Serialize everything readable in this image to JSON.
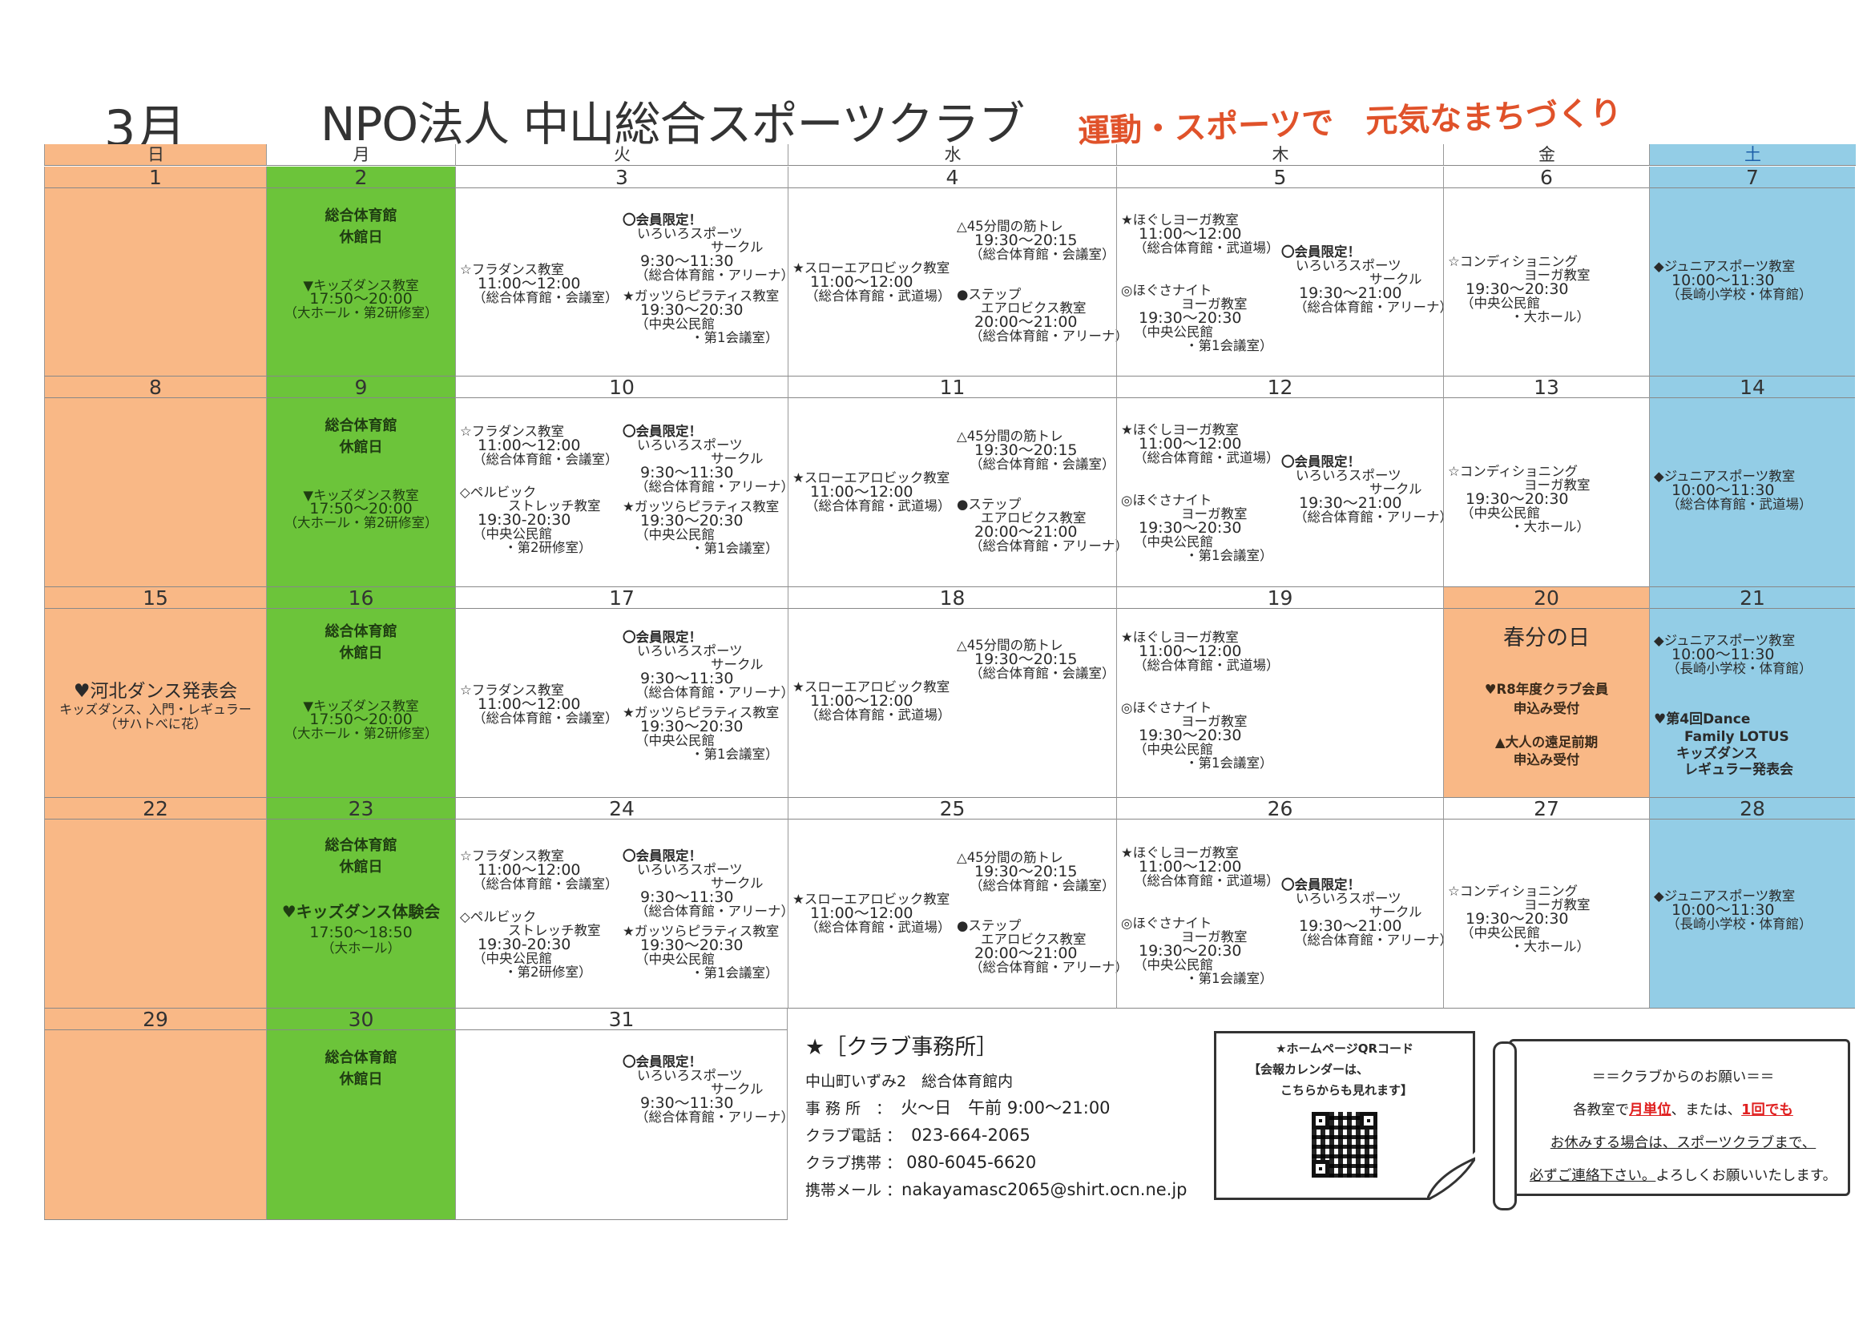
{
  "header": {
    "month": "3月",
    "title": "NPO法人 中山総合スポーツクラブ",
    "slogan": "運動・スポーツで　元気なまちづくり"
  },
  "weekdays": [
    "日",
    "月",
    "火",
    "水",
    "木",
    "金",
    "土"
  ],
  "colors": {
    "sunday": "#f9b886",
    "monday_closed": "#6cc43a",
    "saturday": "#93cde6",
    "holiday": "#f9b886",
    "slogan": "#e0522a",
    "saturday_label": "#1d5fa8",
    "emphasis_red": "#e02020"
  },
  "weeks": [
    {
      "days": [
        "1",
        "2",
        "3",
        "4",
        "5",
        "6",
        "7"
      ]
    },
    {
      "days": [
        "8",
        "9",
        "10",
        "11",
        "12",
        "13",
        "14"
      ]
    },
    {
      "days": [
        "15",
        "16",
        "17",
        "18",
        "19",
        "20",
        "21"
      ]
    },
    {
      "days": [
        "22",
        "23",
        "24",
        "25",
        "26",
        "27",
        "28"
      ]
    },
    {
      "days": [
        "29",
        "30",
        "31",
        "",
        "",
        "",
        ""
      ]
    }
  ],
  "closed": {
    "line1": "総合体育館",
    "line2": "休館日"
  },
  "events": {
    "kids_dance": {
      "title": "▼キッズダンス教室",
      "time": "17:50～20:00",
      "loc": "（大ホール・第2研修室）"
    },
    "hula": {
      "title": "☆フラダンス教室",
      "time": "11:00～12:00",
      "loc": "（総合体育館・会議室）"
    },
    "member_am": {
      "title": "〇会員限定！",
      "sub1": "いろいろスポーツ",
      "sub2": "サークル",
      "time": "9:30～11:30",
      "loc": "（総合体育館・アリーナ）"
    },
    "member_pm": {
      "title": "〇会員限定！",
      "sub1": "いろいろスポーツ",
      "sub2": "サークル",
      "time": "19:30～21:00",
      "loc": "（総合体育館・アリーナ）"
    },
    "pilates": {
      "title": "★ガッツらピラティス教室",
      "time": "19:30～20:30",
      "loc1": "（中央公民館",
      "loc2": "・第1会議室）"
    },
    "pelvic": {
      "title": "◇ペルビック",
      "sub": "ストレッチ教室",
      "time": "19:30-20:30",
      "loc1": "（中央公民館",
      "loc2": "・第2研修室）"
    },
    "slow_aero": {
      "title": "★スローエアロビック教室",
      "time": "11:00～12:00",
      "loc": "（総合体育館・武道場）"
    },
    "muscle45": {
      "title": "△45分間の筋トレ",
      "time": "19:30～20:15",
      "loc": "（総合体育館・会議室）"
    },
    "step": {
      "title": "●ステップ",
      "sub": "エアロビクス教室",
      "time": "20:00～21:00",
      "loc": "（総合体育館・アリーナ）"
    },
    "hogushi": {
      "title": "★ほぐしヨーガ教室",
      "time": "11:00～12:00",
      "loc": "（総合体育館・武道場）"
    },
    "night_yoga": {
      "title": "◎ほぐさナイト",
      "sub": "ヨーガ教室",
      "time": "19:30～20:30",
      "loc1": "（中央公民館",
      "loc2": "・第1会議室）"
    },
    "cond_yoga": {
      "title": "☆コンディショニング",
      "sub": "ヨーガ教室",
      "time": "19:30～20:30",
      "loc1": "（中央公民館",
      "loc2": "・大ホール）"
    },
    "junior_nagasaki": {
      "title": "◆ジュニアスポーツ教室",
      "time": "10:00～11:30",
      "loc": "（長崎小学校・体育館）"
    },
    "junior_budo": {
      "title": "◆ジュニアスポーツ教室",
      "time": "10:00～11:30",
      "loc": "（総合体育館・武道場）"
    }
  },
  "specials": {
    "d15": {
      "title": "♥河北ダンス発表会",
      "sub": "キッズダンス、入門・レギュラー",
      "loc": "（サハトべに花）"
    },
    "d20": {
      "holiday": "春分の日",
      "a1": "♥R8年度クラブ会員",
      "a2": "申込み受付",
      "b1": "▲大人の遠足前期",
      "b2": "申込み受付"
    },
    "d21": {
      "a1": "♥第4回Dance",
      "a2": "Family LOTUS",
      "a3": "キッズダンス",
      "a4": "レギュラー発表会"
    },
    "d23": {
      "title": "♥キッズダンス体験会",
      "time": "17:50～18:50",
      "loc": "（大ホール）"
    }
  },
  "office": {
    "heading": "★［クラブ事務所］",
    "address": "中山町いずみ2　総合体育館内",
    "hours_label": "事 務 所　：",
    "hours": "火～日　午前 9:00～21:00",
    "phone_label": "クラブ電話 ：",
    "phone": "023-664-2065",
    "mobile_label": "クラブ携帯 ：",
    "mobile": "080-6045-6620",
    "mail_label": "携帯メール ：",
    "mail": "nakayamasc2065@shirt.ocn.ne.jp"
  },
  "qr": {
    "line1": "★ホームページQRコード",
    "line2": "【会報カレンダーは、",
    "line3": "こちらからも見れます】"
  },
  "notice": {
    "title": "＝＝クラブからのお願い＝＝",
    "l2a": "各教室で",
    "l2b": "月単位",
    "l2c": "、または、",
    "l2d": "1回でも",
    "l3": "お休みする場合は、スポーツクラブまで、",
    "l4a": "必ずご連絡下さい。",
    "l4b": "よろしくお願いいたします。"
  }
}
